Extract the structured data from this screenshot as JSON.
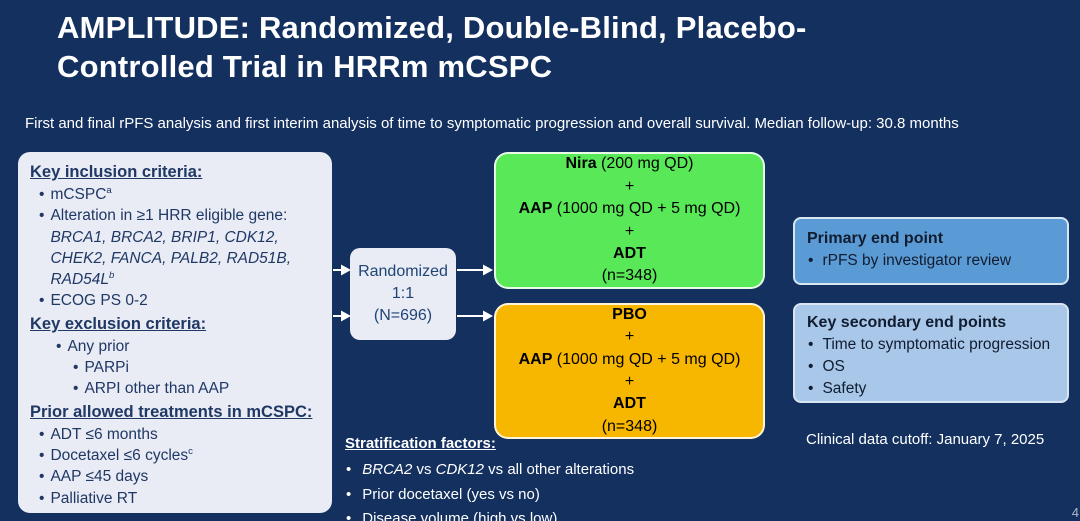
{
  "colors": {
    "background": "#13305F",
    "panel_fill": "#E9EBF5",
    "nira_arm_green": "#58E858",
    "pbo_arm_amber": "#F7B600",
    "primary_endpoint_blue": "#5B9BD5",
    "secondary_endpoint_blue": "#A9C8E9",
    "text_navy": "#1F3864",
    "text_white": "#FFFFFF"
  },
  "header": {
    "title_line1": "AMPLITUDE: Randomized, Double-Blind, Placebo-",
    "title_line2": "Controlled Trial in HRRm mCSPC",
    "subtitle": "First and final rPFS analysis and first interim analysis of time to symptomatic progression and overall survival. Median follow-up: 30.8 months"
  },
  "criteria_panel": {
    "inclusion": {
      "header": "Key inclusion criteria:",
      "item1_text": "mCSPC",
      "item1_sup": "a",
      "item2_lead": "Alteration in ≥1 HRR eligible gene:",
      "item2_genes_line1": "BRCA1, BRCA2, BRIP1, CDK12,",
      "item2_genes_line2": "CHEK2, FANCA, PALB2, RAD51B,",
      "item2_genes_line3": "RAD54L",
      "item2_sup": "b",
      "item3": "ECOG PS 0-2"
    },
    "exclusion": {
      "header": "Key exclusion criteria:",
      "item1": "Any prior",
      "sub_item1": "PARPi",
      "sub_item2": "ARPI other than AAP"
    },
    "prior_allowed": {
      "header": "Prior allowed treatments in mCSPC:",
      "item1": "ADT ≤6 months",
      "item2_text": "Docetaxel ≤6 cycles",
      "item2_sup": "c",
      "item3": "AAP ≤45 days",
      "item4": "Palliative RT"
    }
  },
  "randomization_box": {
    "line1": "Randomized",
    "line2": "1:1",
    "line3": "(N=696)"
  },
  "nira_arm_box": {
    "drug1_bold": "Nira",
    "drug1_rest": " (200 mg QD)",
    "plus1": "+",
    "drug2_bold": "AAP",
    "drug2_rest": " (1000 mg QD + 5 mg QD)",
    "plus2": "+",
    "drug3_bold": "ADT",
    "n_label": "(n=348)"
  },
  "pbo_arm_box": {
    "drug1_bold": "PBO",
    "plus1": "+",
    "drug2_bold": "AAP",
    "drug2_rest": " (1000 mg QD + 5 mg QD)",
    "plus2": "+",
    "drug3_bold": "ADT",
    "n_label": "(n=348)"
  },
  "primary_endpoint_box": {
    "header": "Primary end point",
    "item1": "rPFS by investigator review"
  },
  "secondary_endpoint_box": {
    "header": "Key secondary end points",
    "items": [
      "Time to symptomatic progression",
      "OS",
      "Safety"
    ]
  },
  "stratification": {
    "header": "Stratification factors:",
    "item1_italic1": "BRCA2",
    "item1_mid": " vs ",
    "item1_italic2": "CDK12",
    "item1_rest": " vs all other alterations",
    "item2": "Prior docetaxel (yes vs no)",
    "item3": "Disease volume (high vs low)"
  },
  "footer": {
    "data_cutoff": "Clinical data cutoff: January 7, 2025",
    "page_number": "4"
  }
}
